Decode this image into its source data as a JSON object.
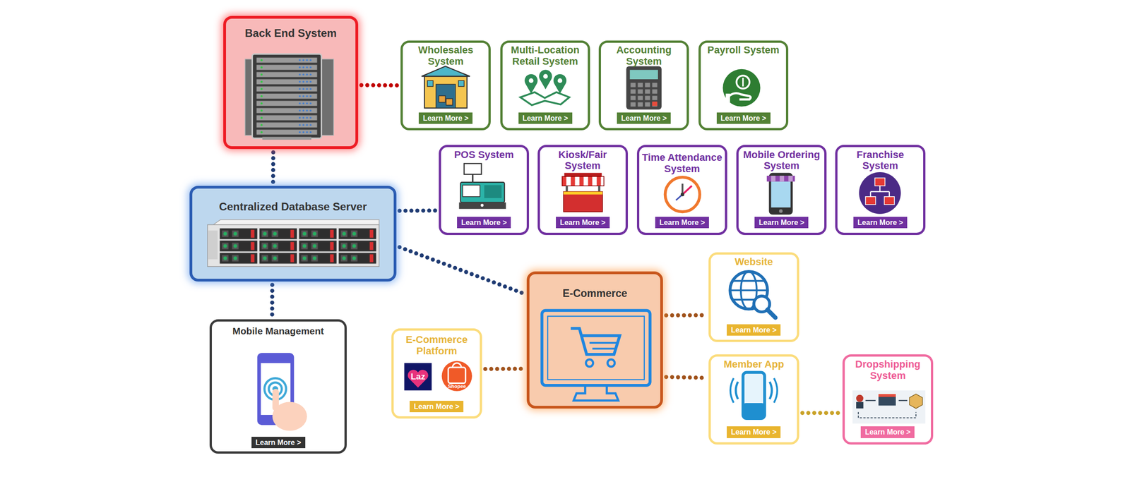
{
  "diagram": {
    "nodes": [
      {
        "text": [
          "Back End System"
        ]
      },
      {
        "text": [
          "Wholesales System"
        ]
      },
      {
        "text": [
          "Learn More >"
        ],
        "in": 1
      },
      {
        "text": [
          "Multi-Location Retail System"
        ]
      },
      {
        "text": [
          "Learn More >"
        ],
        "in": 3
      },
      {
        "text": [
          "Accounting System"
        ]
      },
      {
        "text": [
          "Learn More >"
        ],
        "in": 5
      },
      {
        "text": [
          "Payroll System"
        ]
      },
      {
        "text": [
          "Learn More >"
        ],
        "in": 7
      },
      {
        "text": [
          "Centralized Database Server"
        ]
      },
      {
        "text": [
          "POS System"
        ]
      },
      {
        "text": [
          "Learn More >"
        ],
        "in": 10
      },
      {
        "text": [
          "Kiosk/Fair System"
        ]
      },
      {
        "text": [
          "Learn More >"
        ],
        "in": 12
      },
      {
        "text": [
          "Time Attendance System"
        ]
      },
      {
        "text": [
          "Learn More >"
        ],
        "in": 14
      },
      {
        "text": [
          "Mobile Ordering System"
        ]
      },
      {
        "text": [
          "Learn More >"
        ],
        "in": 16
      },
      {
        "text": [
          "Franchise System"
        ]
      },
      {
        "text": [
          "Learn More >"
        ],
        "in": 18
      },
      {
        "text": [
          "Website"
        ]
      },
      {
        "text": [
          "Learn More >"
        ],
        "in": 20
      },
      {
        "text": [
          "E-Commerce"
        ]
      },
      {
        "text": [
          "Mobile Management"
        ]
      },
      {
        "text": [
          "Learn More >"
        ],
        "in": 23
      },
      {
        "text": [
          "E-Commerce Platform"
        ]
      },
      {
        "text": [
          "Learn More >"
        ],
        "in": 25
      },
      {
        "text": [
          "Member App"
        ]
      },
      {
        "text": [
          "Learn More >"
        ],
        "in": 27
      },
      {
        "text": [
          "Dropshipping System"
        ]
      },
      {
        "text": [
          "Learn More >"
        ],
        "in": 29
      }
    ],
    "edges": [
      {
        "from": 0,
        "to": 1,
        "arrow": "none"
      },
      {
        "from": 0,
        "to": 9,
        "arrow": "none"
      },
      {
        "from": 9,
        "to": 10,
        "arrow": "none"
      },
      {
        "from": 9,
        "to": 22,
        "arrow": "none"
      },
      {
        "from": 9,
        "to": 23,
        "arrow": "none"
      },
      {
        "from": 22,
        "to": 20,
        "arrow": "none"
      },
      {
        "from": 25,
        "to": 22,
        "arrow": "none"
      },
      {
        "from": 22,
        "to": 27,
        "arrow": "none"
      },
      {
        "from": 27,
        "to": 29,
        "arrow": "none"
      }
    ],
    "labels": [
      "Laz",
      "Shopee"
    ]
  }
}
